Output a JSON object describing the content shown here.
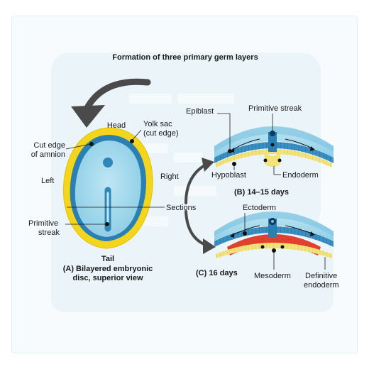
{
  "figure": {
    "title": "Formation of three primary germ layers",
    "colors": {
      "background_panel": "#eaf4fa",
      "amnion_yellow": "#f2d51c",
      "epiblast_blue": "#2a7fb3",
      "disc_light_blue": "#9fd6ec",
      "hypoblast_yellow": "#f3e27a",
      "mesoderm_red": "#e0402e",
      "arrow_gray": "#4a4a4a"
    },
    "panel_a": {
      "labels": {
        "head": "Head",
        "yolk_sac": [
          "Yolk sac",
          "(cut edge)"
        ],
        "cut_edge_amnion": [
          "Cut edge",
          "of amnion"
        ],
        "left": "Left",
        "right": "Right",
        "primitive_streak": [
          "Primitive",
          "streak"
        ],
        "tail": "Tail",
        "sections": "Sections"
      },
      "caption": [
        "(A) Bilayered embryonic",
        "disc, superior view"
      ]
    },
    "panel_b": {
      "labels": {
        "epiblast": "Epiblast",
        "primitive_streak": "Primitive streak",
        "hypoblast": "Hypoblast",
        "endoderm": "Endoderm"
      },
      "caption": "(B) 14–15 days"
    },
    "panel_c": {
      "labels": {
        "ectoderm": "Ectoderm",
        "mesoderm": "Mesoderm",
        "definitive_endoderm": [
          "Definitive",
          "endoderm"
        ]
      },
      "caption": "(C) 16 days"
    }
  }
}
